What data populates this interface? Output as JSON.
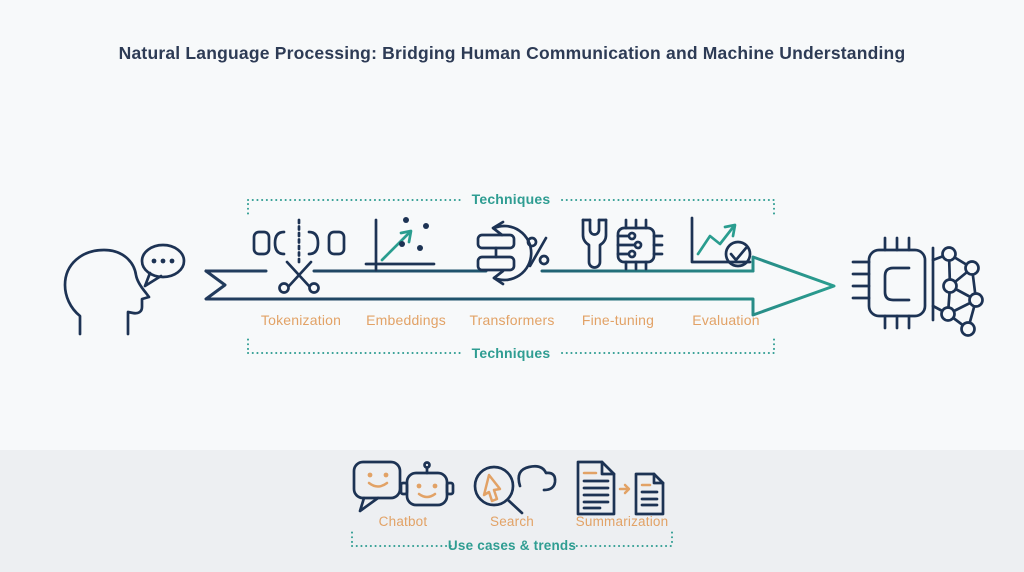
{
  "title": "Natural Language Processing: Bridging Human Communication and Machine Understanding",
  "pipeline": {
    "bracket_label_top": "Techniques",
    "bracket_label_bottom": "Techniques",
    "input_icon": "human-head-speech-bubble-icon",
    "output_icon": "chip-neural-network-icon",
    "steps": [
      {
        "label": "Tokenization",
        "icon": "scissors-tokens-icon"
      },
      {
        "label": "Embeddings",
        "icon": "vector-scatter-icon"
      },
      {
        "label": "Transformers",
        "icon": "layers-cycle-percent-icon"
      },
      {
        "label": "Fine-tuning",
        "icon": "wrench-chip-icon"
      },
      {
        "label": "Evaluation",
        "icon": "chart-checkmark-icon"
      }
    ]
  },
  "use_cases": {
    "label": "Use cases & trends",
    "items": [
      {
        "label": "Chatbot",
        "icon": "chat-robot-icon"
      },
      {
        "label": "Search",
        "icon": "magnifier-cursor-cloud-icon"
      },
      {
        "label": "Summarization",
        "icon": "document-to-document-icon"
      }
    ]
  },
  "colors": {
    "navy": "#1d3354",
    "teal": "#2a9d8f",
    "orange": "#e2a266",
    "background_top": "#f7f9fa",
    "background_band": "#edeff2"
  }
}
